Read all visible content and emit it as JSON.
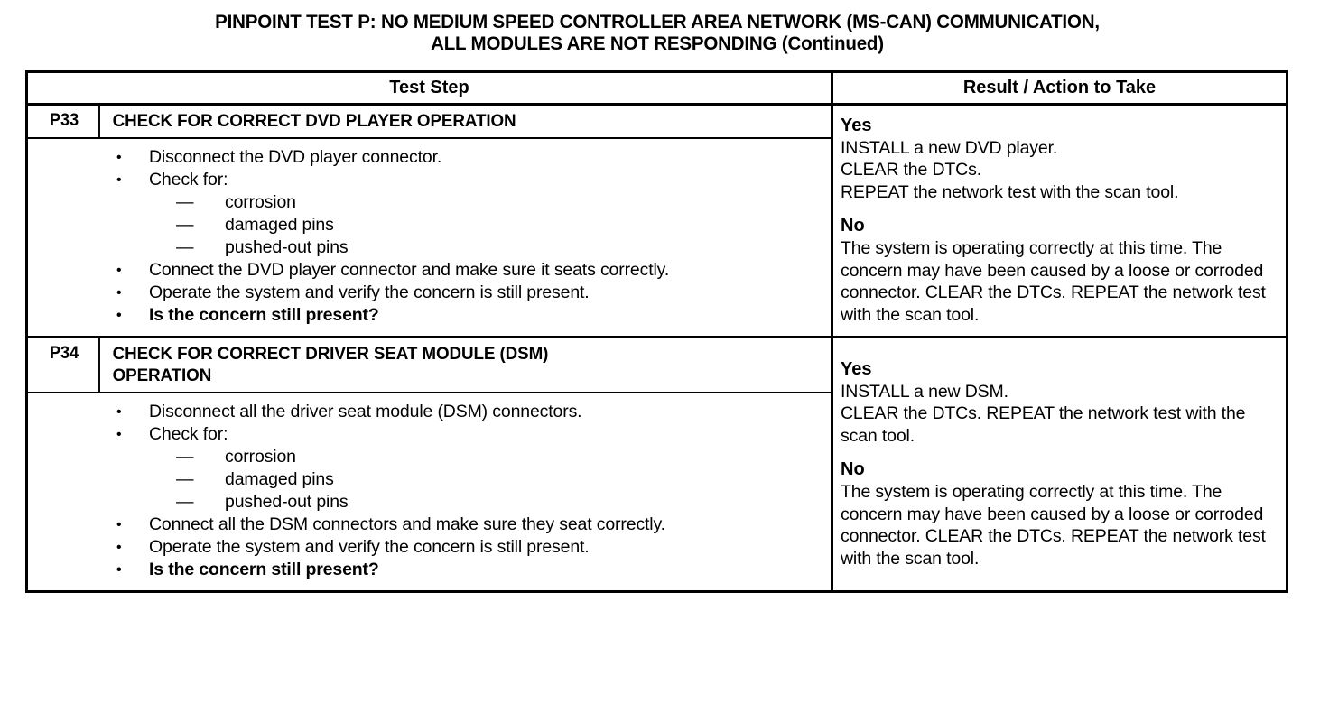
{
  "document": {
    "title": "PINPOINT TEST P: NO MEDIUM SPEED CONTROLLER AREA NETWORK (MS-CAN) COMMUNICATION,\nALL MODULES ARE NOT RESPONDING (Continued)"
  },
  "table": {
    "headers": {
      "test_step": "Test Step",
      "result_action": "Result / Action to Take"
    },
    "steps": [
      {
        "id": "P33",
        "heading": "CHECK FOR CORRECT DVD PLAYER OPERATION",
        "bullets": [
          {
            "marker": "•",
            "text": "Disconnect the DVD player connector.",
            "bold": false
          },
          {
            "marker": "•",
            "text": "Check for:",
            "bold": false,
            "sub": [
              {
                "dash": "—",
                "text": "corrosion"
              },
              {
                "dash": "—",
                "text": "damaged pins"
              },
              {
                "dash": "—",
                "text": "pushed-out pins"
              }
            ]
          },
          {
            "marker": "•",
            "text": "Connect the DVD player connector and make sure it seats correctly.",
            "bold": false
          },
          {
            "marker": "•",
            "text": "Operate the system and verify the concern is still present.",
            "bold": false
          },
          {
            "marker": "•",
            "text": "Is the concern still present?",
            "bold": true
          }
        ],
        "results": [
          {
            "label": "Yes",
            "text": "INSTALL a new DVD player.\nCLEAR the DTCs.\nREPEAT the network test with the scan tool."
          },
          {
            "label": "No",
            "text": "The system is operating correctly at this time. The concern may have been caused by a loose or corroded connector. CLEAR the DTCs. REPEAT the network test with the scan tool."
          }
        ]
      },
      {
        "id": "P34",
        "heading": "CHECK FOR CORRECT DRIVER SEAT MODULE (DSM)\nOPERATION",
        "bullets": [
          {
            "marker": "•",
            "text": "Disconnect all the driver seat module (DSM) connectors.",
            "bold": false
          },
          {
            "marker": "•",
            "text": "Check for:",
            "bold": false,
            "sub": [
              {
                "dash": "—",
                "text": "corrosion"
              },
              {
                "dash": "—",
                "text": "damaged pins"
              },
              {
                "dash": "—",
                "text": "pushed-out pins"
              }
            ]
          },
          {
            "marker": "•",
            "text": "Connect all the DSM connectors and make sure they seat correctly.",
            "bold": false
          },
          {
            "marker": "•",
            "text": "Operate the system and verify the concern is still present.",
            "bold": false
          },
          {
            "marker": "•",
            "text": "Is the concern still present?",
            "bold": true
          }
        ],
        "results": [
          {
            "label": "Yes",
            "text": "INSTALL a new DSM.\nCLEAR the DTCs. REPEAT the network test with the scan tool."
          },
          {
            "label": "No",
            "text": "The system is operating correctly at this time. The concern may have been caused by a loose or corroded connector. CLEAR the DTCs. REPEAT the network test with the scan tool."
          }
        ]
      }
    ]
  }
}
